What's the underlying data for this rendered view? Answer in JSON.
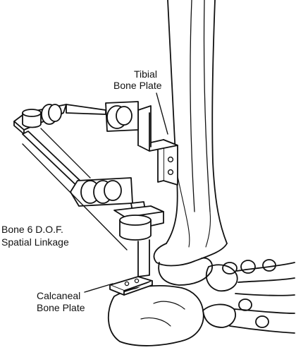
{
  "labels": {
    "tibial_line1": "Tibial",
    "tibial_line2": "Bone Plate",
    "linkage_line1": "Bone 6 D.O.F.",
    "linkage_line2": "Spatial Linkage",
    "calcaneal_line1": "Calcaneal",
    "calcaneal_line2": "Bone Plate"
  },
  "colors": {
    "ink": "#111111",
    "paper": "#ffffff"
  }
}
